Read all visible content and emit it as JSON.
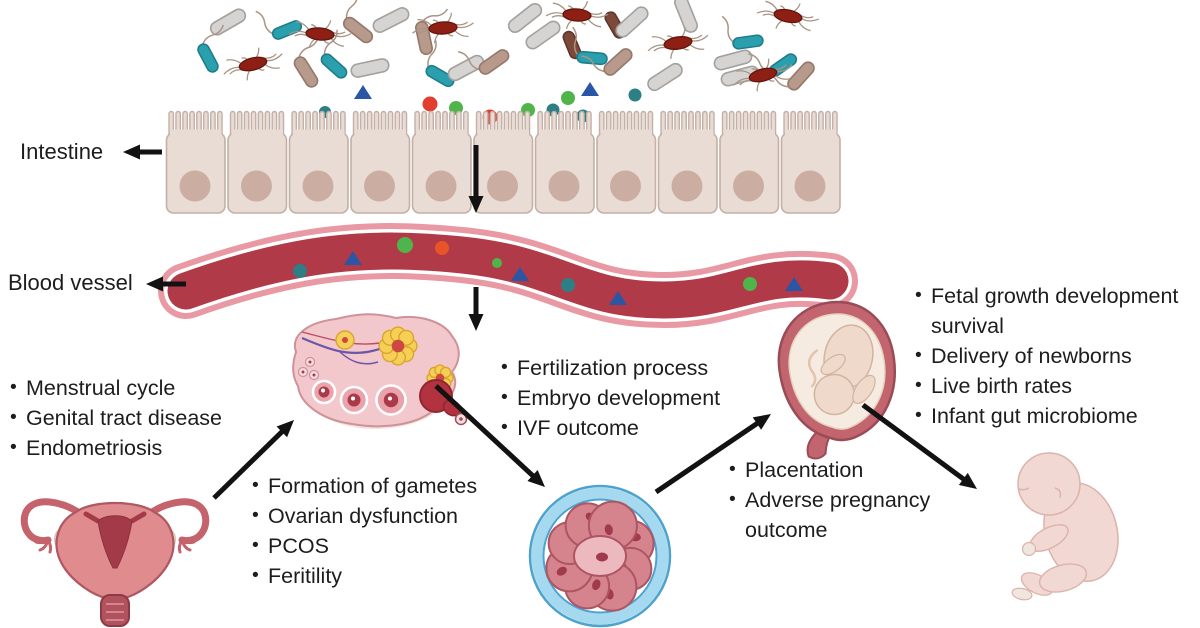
{
  "figure": {
    "labels": {
      "intestine": "Intestine",
      "blood_vessel": "Blood vessel"
    },
    "bullet": "•",
    "lists": {
      "uterus_factors": [
        "Menstrual cycle",
        "Genital tract disease",
        "Endometriosis"
      ],
      "ovary_factors": [
        "Formation of gametes",
        "Ovarian dysfunction",
        "PCOS",
        "Feritility"
      ],
      "embryo_factors": [
        "Fertilization process",
        "Embryo development",
        "IVF outcome"
      ],
      "pregnancy_factors": [
        "Placentation",
        "Adverse pregnancy outcome"
      ],
      "newborn_factors": [
        "Fetal growth development survival",
        "Delivery of newborns",
        "Live birth rates",
        "Infant gut microbiome"
      ]
    },
    "colors": {
      "text": "#1d1d1f",
      "arrow": "#121212",
      "cell": "#e9dcd5",
      "cell_stroke": "#c3b0a7",
      "nucleus": "#cbada1",
      "vessel_outer": "#e999a4",
      "vessel_lumen": "#b13a49",
      "microbe_gray": "#d6d4d2",
      "microbe_gray_stroke": "#a3a09d",
      "microbe_teal": "#2aa0af",
      "microbe_teal_stroke": "#1f7d8a",
      "microbe_tan": "#b79a8c",
      "microbe_tan_stroke": "#96786a",
      "microbe_brown": "#7d4a3a",
      "microbe_brown_stroke": "#5e3629",
      "microbe_red": "#8e1f14",
      "microbe_red_stroke": "#63140c",
      "flagella": "#a99486",
      "tri_blue": "#2b55a5",
      "dot_red": "#e23d2e",
      "dot_orange": "#e85427",
      "dot_green": "#4fb54a",
      "dot_teal": "#2c7f85",
      "ovary_fill": "#f2c8cc",
      "ovary_stroke": "#cf9299",
      "ovary_base": "#f4e4df",
      "follicle_ring": "#eba3ab",
      "follicle_core": "#aa3a49",
      "corpus_yellow": "#f6cf57",
      "corpus_yellow_stroke": "#daa52f",
      "corpus_red": "#cc4840",
      "ovul_red": "#b2333f",
      "vein_purple": "#6d55a8",
      "vein_red": "#bb4d62",
      "uterus_fill": "#e08b8e",
      "uterus_stroke": "#b05762",
      "uterus_cavity": "#a23b47",
      "tube": "#c4636c",
      "ovary_white": "#f2ead9",
      "ovary_white_stroke": "#d6c8b2",
      "cervix": "#b2525c",
      "cervix_stroke": "#8e3a44",
      "cervix_ridge": "#d4868e",
      "zona_blue": "#a5d9ef",
      "zona_blue_edge": "#4da3cd",
      "blasto_cell": "#d5848e",
      "blasto_cell_stroke": "#ad5562",
      "blasto_center": "#ecb9be",
      "blasto_nucleus": "#a03a4c",
      "womb_wall": "#c2656f",
      "womb_wall_stroke": "#9a4c56",
      "womb_inner": "#f6ebe1",
      "womb_inner_stroke": "#e6d2bd",
      "fetus_fill": "#efd9ca",
      "fetus_stroke": "#d2b39f",
      "cord": "#e3c3ae",
      "baby_fill": "#f2d8d2",
      "baby_stroke": "#dbb3ab",
      "baby_pale": "#efe7dd"
    }
  }
}
